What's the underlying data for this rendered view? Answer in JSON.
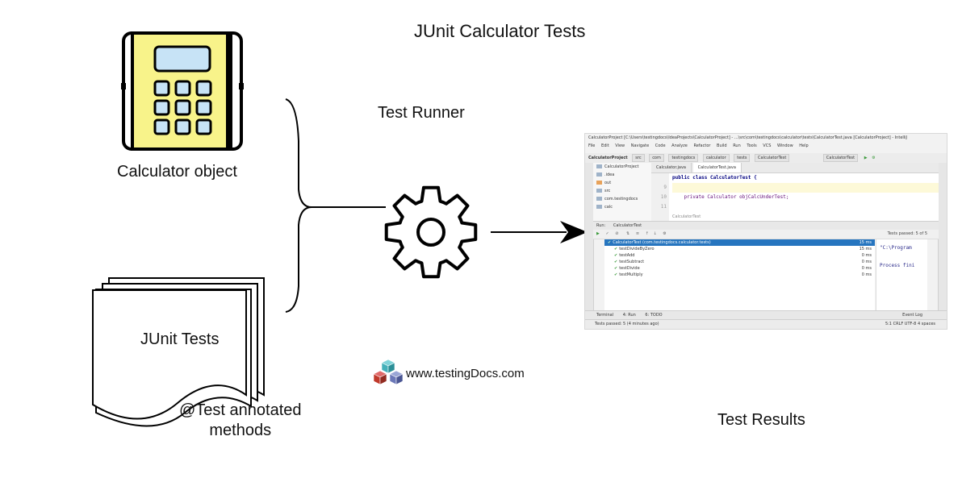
{
  "title": "JUnit Calculator Tests",
  "nodes": {
    "calculator": "Calculator object",
    "test_runner": "Test Runner",
    "junit_tests": "JUnit Tests",
    "annotation_line1": "@Test annotated",
    "annotation_line2": "methods",
    "test_results": "Test Results"
  },
  "brand": {
    "text": "www.testingDocs.com"
  },
  "colors": {
    "calculator_body": "#f8f38a",
    "calculator_keys": "#c7e3f6",
    "selection": "#2675bf",
    "pass_green": "#3a9a3a"
  },
  "ide": {
    "title": "CalculatorProject [C:\\Users\\testingdocs\\IdeaProjects\\CalculatorProject] - ...\\src\\com\\testingdocs\\calculator\\tests\\CalculatorTest.java [CalculatorProject] - IntelliJ",
    "menus": [
      "File",
      "Edit",
      "View",
      "Navigate",
      "Code",
      "Analyze",
      "Refactor",
      "Build",
      "Run",
      "Tools",
      "VCS",
      "Window",
      "Help"
    ],
    "nav": {
      "project": "CalculatorProject",
      "src": "src",
      "com": "com",
      "pkg": "testingdocs",
      "calc": "calculator",
      "tests": "tests",
      "file": "CalculatorTest",
      "run_config": "CalculatorTest"
    },
    "project_tree": [
      {
        "name": "CalculatorProject",
        "icon": "project-icon"
      },
      {
        "name": ".idea",
        "icon": "folder-icon"
      },
      {
        "name": "out",
        "icon": "folder-icon-orange"
      },
      {
        "name": "src",
        "icon": "folder-icon"
      },
      {
        "name": "com.testingdocs",
        "icon": "package-icon"
      },
      {
        "name": "calc",
        "icon": "package-icon"
      }
    ],
    "tabs": [
      "Calculator.java",
      "CalculatorTest.java"
    ],
    "code_lines": [
      {
        "n": "",
        "text": "public class CalculatorTest {"
      },
      {
        "n": "9",
        "text": ""
      },
      {
        "n": "10",
        "text": "    private Calculator objCalcUnderTest;"
      },
      {
        "n": "11",
        "text": ""
      }
    ],
    "breadcrumb": "CalculatorTest",
    "run": {
      "label": "Run:",
      "config": "CalculatorTest",
      "status": "Tests passed: 5 of 5"
    },
    "tests": [
      {
        "name": "CalculatorTest (com.testingdocs.calculator.tests)",
        "time": "15 ms"
      },
      {
        "name": "testDivideByZero",
        "time": "15 ms"
      },
      {
        "name": "testAdd",
        "time": "0 ms"
      },
      {
        "name": "testSubtract",
        "time": "0 ms"
      },
      {
        "name": "testDivide",
        "time": "0 ms"
      },
      {
        "name": "testMultiply",
        "time": "0 ms"
      }
    ],
    "console": [
      "\"C:\\Program",
      "Process fini"
    ],
    "bottom_tabs": [
      "Terminal",
      "4: Run",
      "6: TODO",
      "Event Log"
    ],
    "statusbar": {
      "left": "Tests passed: 5 (4 minutes ago)",
      "right": "5:1  CRLF  UTF-8  4 spaces"
    }
  }
}
